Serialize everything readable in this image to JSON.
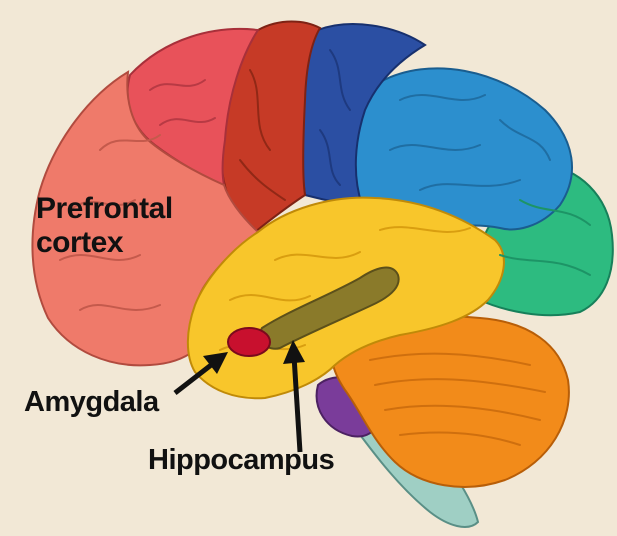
{
  "labels": {
    "prefrontal_line1": "Prefrontal",
    "prefrontal_line2": "cortex",
    "amygdala": "Amygdala",
    "hippocampus": "Hippocampus"
  },
  "colors": {
    "background": "#f2e8d6",
    "prefrontal": "#ef7a6a",
    "frontal_upper": "#e8525a",
    "motor_strip": "#c63a26",
    "parietal": "#2b4fa3",
    "parietal_back": "#2c8fce",
    "occipital": "#2dbb80",
    "temporal": "#f8c62b",
    "cerebellum": "#f28b1a",
    "brainstem": "#9fcfc4",
    "pons": "#7a3c9a",
    "amygdala": "#c8102e",
    "hippocampus": "#8a7a2a"
  }
}
